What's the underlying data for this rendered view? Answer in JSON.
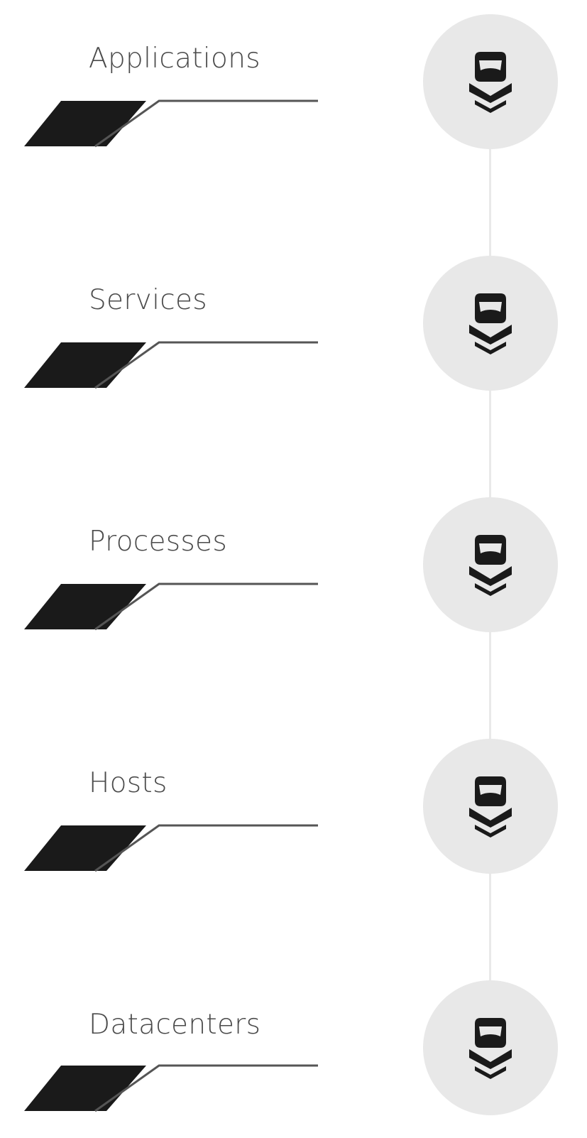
{
  "diagram": {
    "layers": [
      {
        "label": "Applications",
        "icon": "masked-agent-icon"
      },
      {
        "label": "Services",
        "icon": "masked-agent-icon"
      },
      {
        "label": "Processes",
        "icon": "masked-agent-icon"
      },
      {
        "label": "Hosts",
        "icon": "masked-agent-icon"
      },
      {
        "label": "Datacenters",
        "icon": "masked-agent-icon"
      }
    ],
    "colors": {
      "text": "#4a4a4a",
      "accent": "#1a1a1a",
      "circle": "#e8e8e8",
      "connector": "#e9e9e9"
    }
  }
}
